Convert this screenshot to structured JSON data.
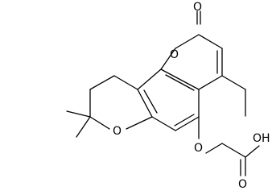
{
  "molecule": {
    "atoms": {
      "carbonyl_oxygen": "O",
      "lactone_oxygen": "O",
      "pyran_oxygen": "O",
      "ether_oxygen": "O",
      "acid_hydroxyl": "OH",
      "acid_carbonyl_oxygen": "O"
    }
  },
  "colors": {
    "bond": "#000000",
    "label": "#000000",
    "background": "#ffffff"
  }
}
